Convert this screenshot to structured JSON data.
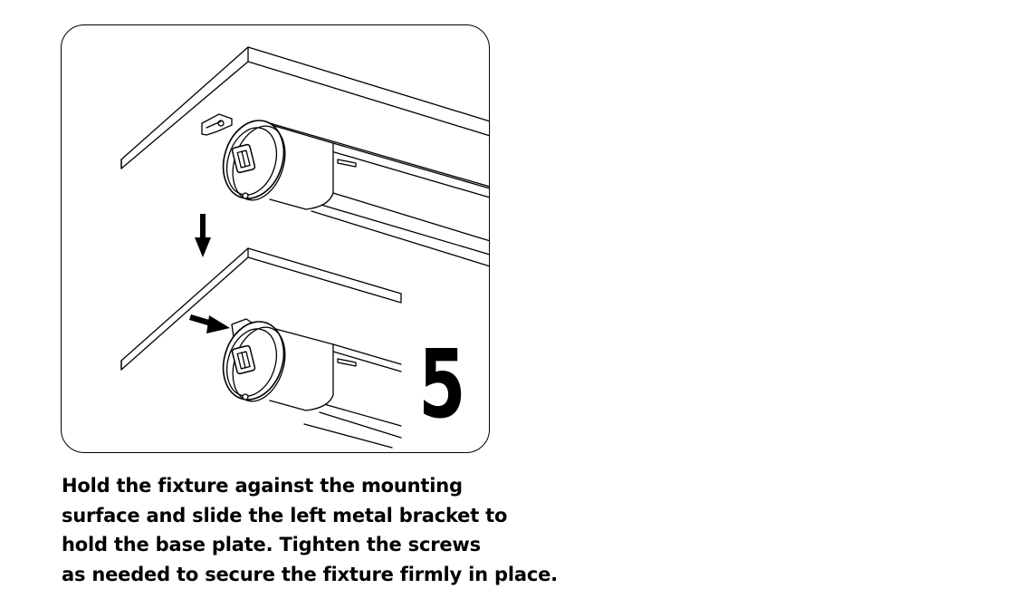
{
  "figure": {
    "step_number": "5",
    "icons": [
      "down-arrow-icon",
      "right-arrow-icon"
    ]
  },
  "caption": {
    "lines": [
      "Hold the fixture against the mounting",
      "surface and slide the left metal bracket to",
      "hold the base plate. Tighten the screws",
      "as needed to secure the fixture firmly in place."
    ]
  }
}
